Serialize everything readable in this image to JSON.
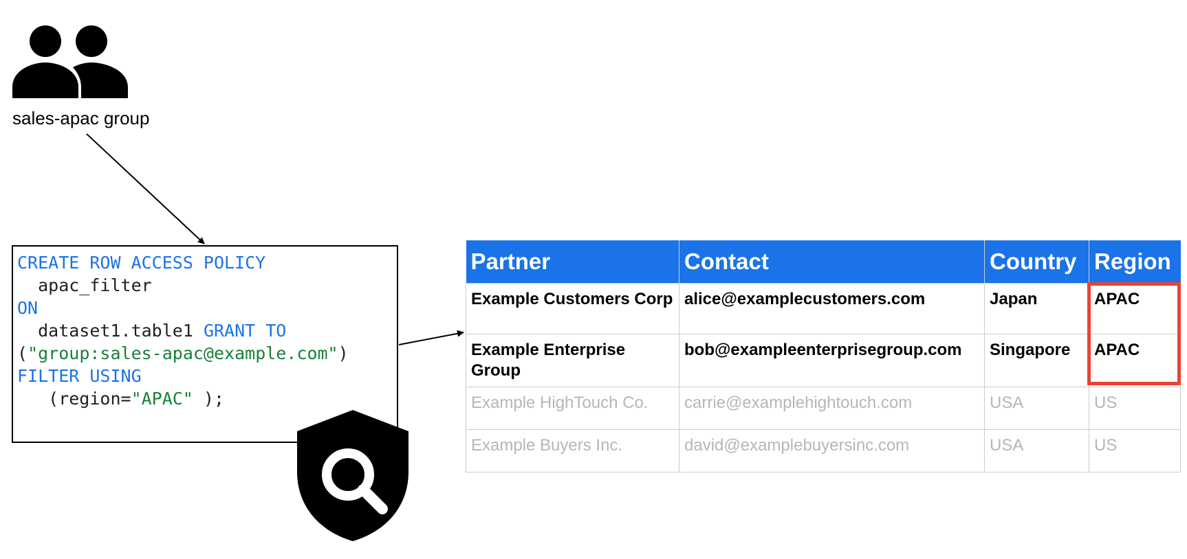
{
  "group": {
    "label": "sales-apac group",
    "icon": "group-icon"
  },
  "policy_code": {
    "lines": [
      [
        {
          "t": "CREATE ROW ACCESS POLICY",
          "c": "kw"
        }
      ],
      [
        {
          "t": "  apac_filter",
          "c": "plain"
        }
      ],
      [
        {
          "t": "ON",
          "c": "kw"
        }
      ],
      [
        {
          "t": "  dataset1.table1 ",
          "c": "plain"
        },
        {
          "t": "GRANT TO",
          "c": "kw"
        }
      ],
      [
        {
          "t": "(",
          "c": "plain"
        },
        {
          "t": "\"group:sales-apac@example.com\"",
          "c": "str"
        },
        {
          "t": ")",
          "c": "plain"
        }
      ],
      [
        {
          "t": "FILTER USING",
          "c": "kw"
        }
      ],
      [
        {
          "t": "   (region=",
          "c": "plain"
        },
        {
          "t": "\"APAC\"",
          "c": "str"
        },
        {
          "t": " );",
          "c": "plain"
        }
      ]
    ],
    "colors": {
      "keyword": "#1a73e8",
      "string": "#188038",
      "plain": "#202124"
    }
  },
  "shield": {
    "icon": "shield-search-icon"
  },
  "table": {
    "headers": {
      "partner": "Partner",
      "contact": "Contact",
      "country": "Country",
      "region": "Region"
    },
    "rows": [
      {
        "partner": "Example Customers Corp",
        "contact": "alice@examplecustomers.com",
        "country": "Japan",
        "region": "APAC",
        "visible": true
      },
      {
        "partner": "Example Enterprise Group",
        "contact": "bob@exampleenterprisegroup.com",
        "country": "Singapore",
        "region": "APAC",
        "visible": true
      },
      {
        "partner": "Example HighTouch Co.",
        "contact": "carrie@examplehightouch.com",
        "country": "USA",
        "region": "US",
        "visible": false
      },
      {
        "partner": "Example Buyers Inc.",
        "contact": "david@examplebuyersinc.com",
        "country": "USA",
        "region": "US",
        "visible": false
      }
    ],
    "header_color": "#1a73e8",
    "filtered_text_color": "#b6b6b6",
    "highlight_color": "#ea4335"
  }
}
